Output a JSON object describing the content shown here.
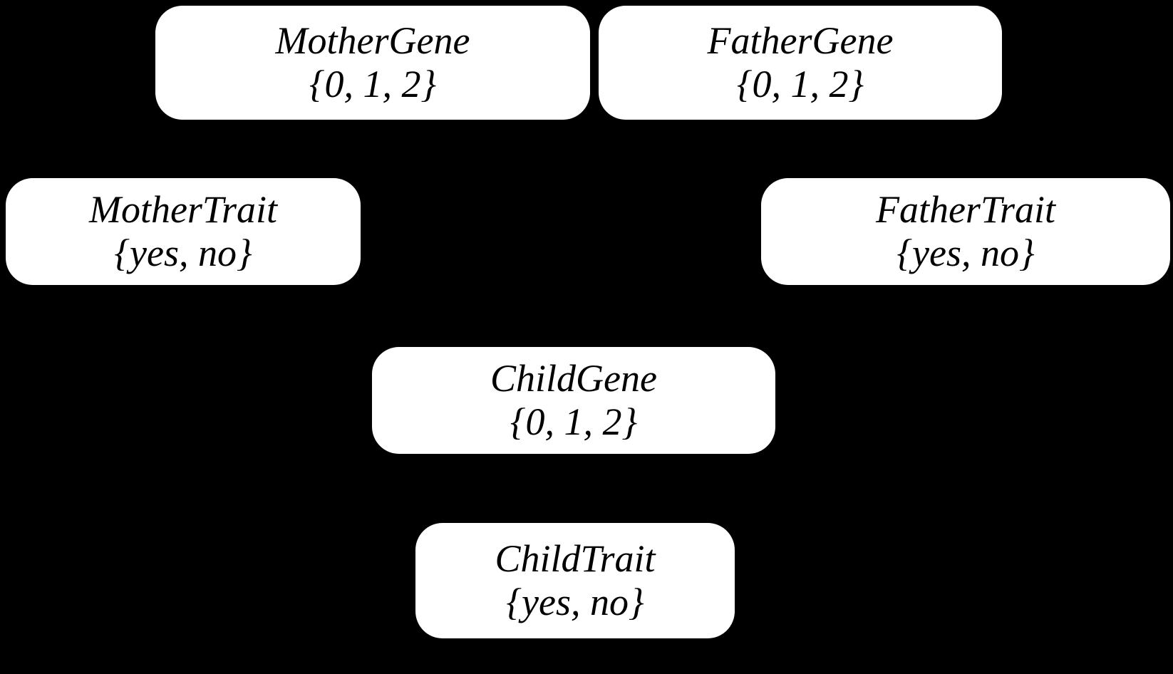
{
  "diagram": {
    "background_color": "#000000",
    "node_fill_color": "#ffffff",
    "node_text_color": "#000000",
    "nodes": [
      {
        "id": "mother-gene",
        "name": "MotherGene",
        "domain": "{0, 1, 2}"
      },
      {
        "id": "father-gene",
        "name": "FatherGene",
        "domain": "{0, 1, 2}"
      },
      {
        "id": "mother-trait",
        "name": "MotherTrait",
        "domain": "{yes, no}"
      },
      {
        "id": "father-trait",
        "name": "FatherTrait",
        "domain": "{yes, no}"
      },
      {
        "id": "child-gene",
        "name": "ChildGene",
        "domain": "{0, 1, 2}"
      },
      {
        "id": "child-trait",
        "name": "ChildTrait",
        "domain": "{yes, no}"
      }
    ]
  }
}
